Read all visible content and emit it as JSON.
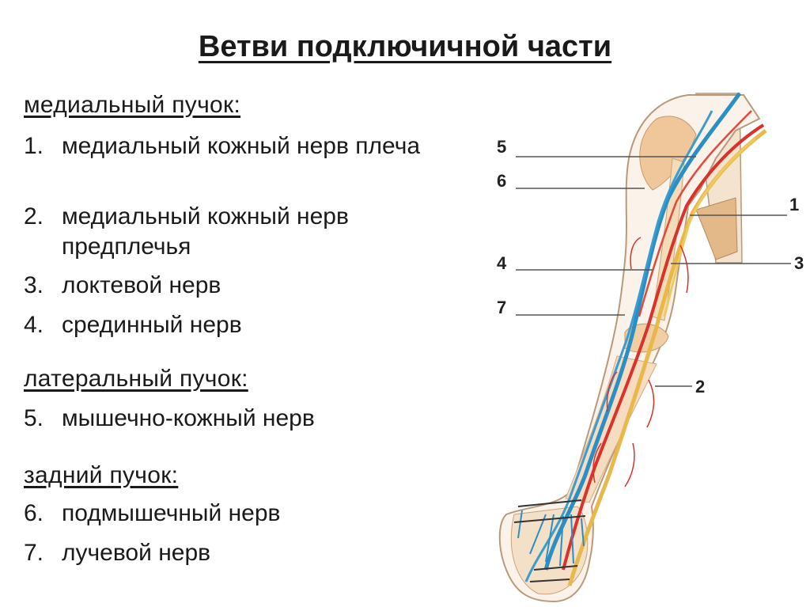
{
  "title": "Ветви подключичной части",
  "groups": [
    {
      "header": "медиальный пучок:",
      "items": [
        {
          "num": "1.",
          "text": "медиальный кожный нерв плеча"
        },
        {
          "num": "2.",
          "text": "медиальный кожный нерв предплечья"
        },
        {
          "num": "3.",
          "text": "локтевой нерв"
        },
        {
          "num": "4.",
          "text": "срединный нерв"
        }
      ]
    },
    {
      "header": "латеральный пучок:",
      "items": [
        {
          "num": "5.",
          "text": "мышечно-кожный нерв"
        }
      ]
    },
    {
      "header": "задний пучок:",
      "items": [
        {
          "num": "6.",
          "text": "подмышечный нерв"
        },
        {
          "num": "7.",
          "text": "лучевой нерв"
        }
      ]
    }
  ],
  "figure": {
    "labels": [
      "5",
      "6",
      "1",
      "4",
      "3",
      "7",
      "2"
    ],
    "colors": {
      "nerve_yellow": "#e8b84a",
      "vein_blue": "#2a8fc4",
      "artery_red": "#d8322a",
      "skin_outline": "#b89a7a",
      "bone_tan": "#e9c9a0"
    }
  }
}
